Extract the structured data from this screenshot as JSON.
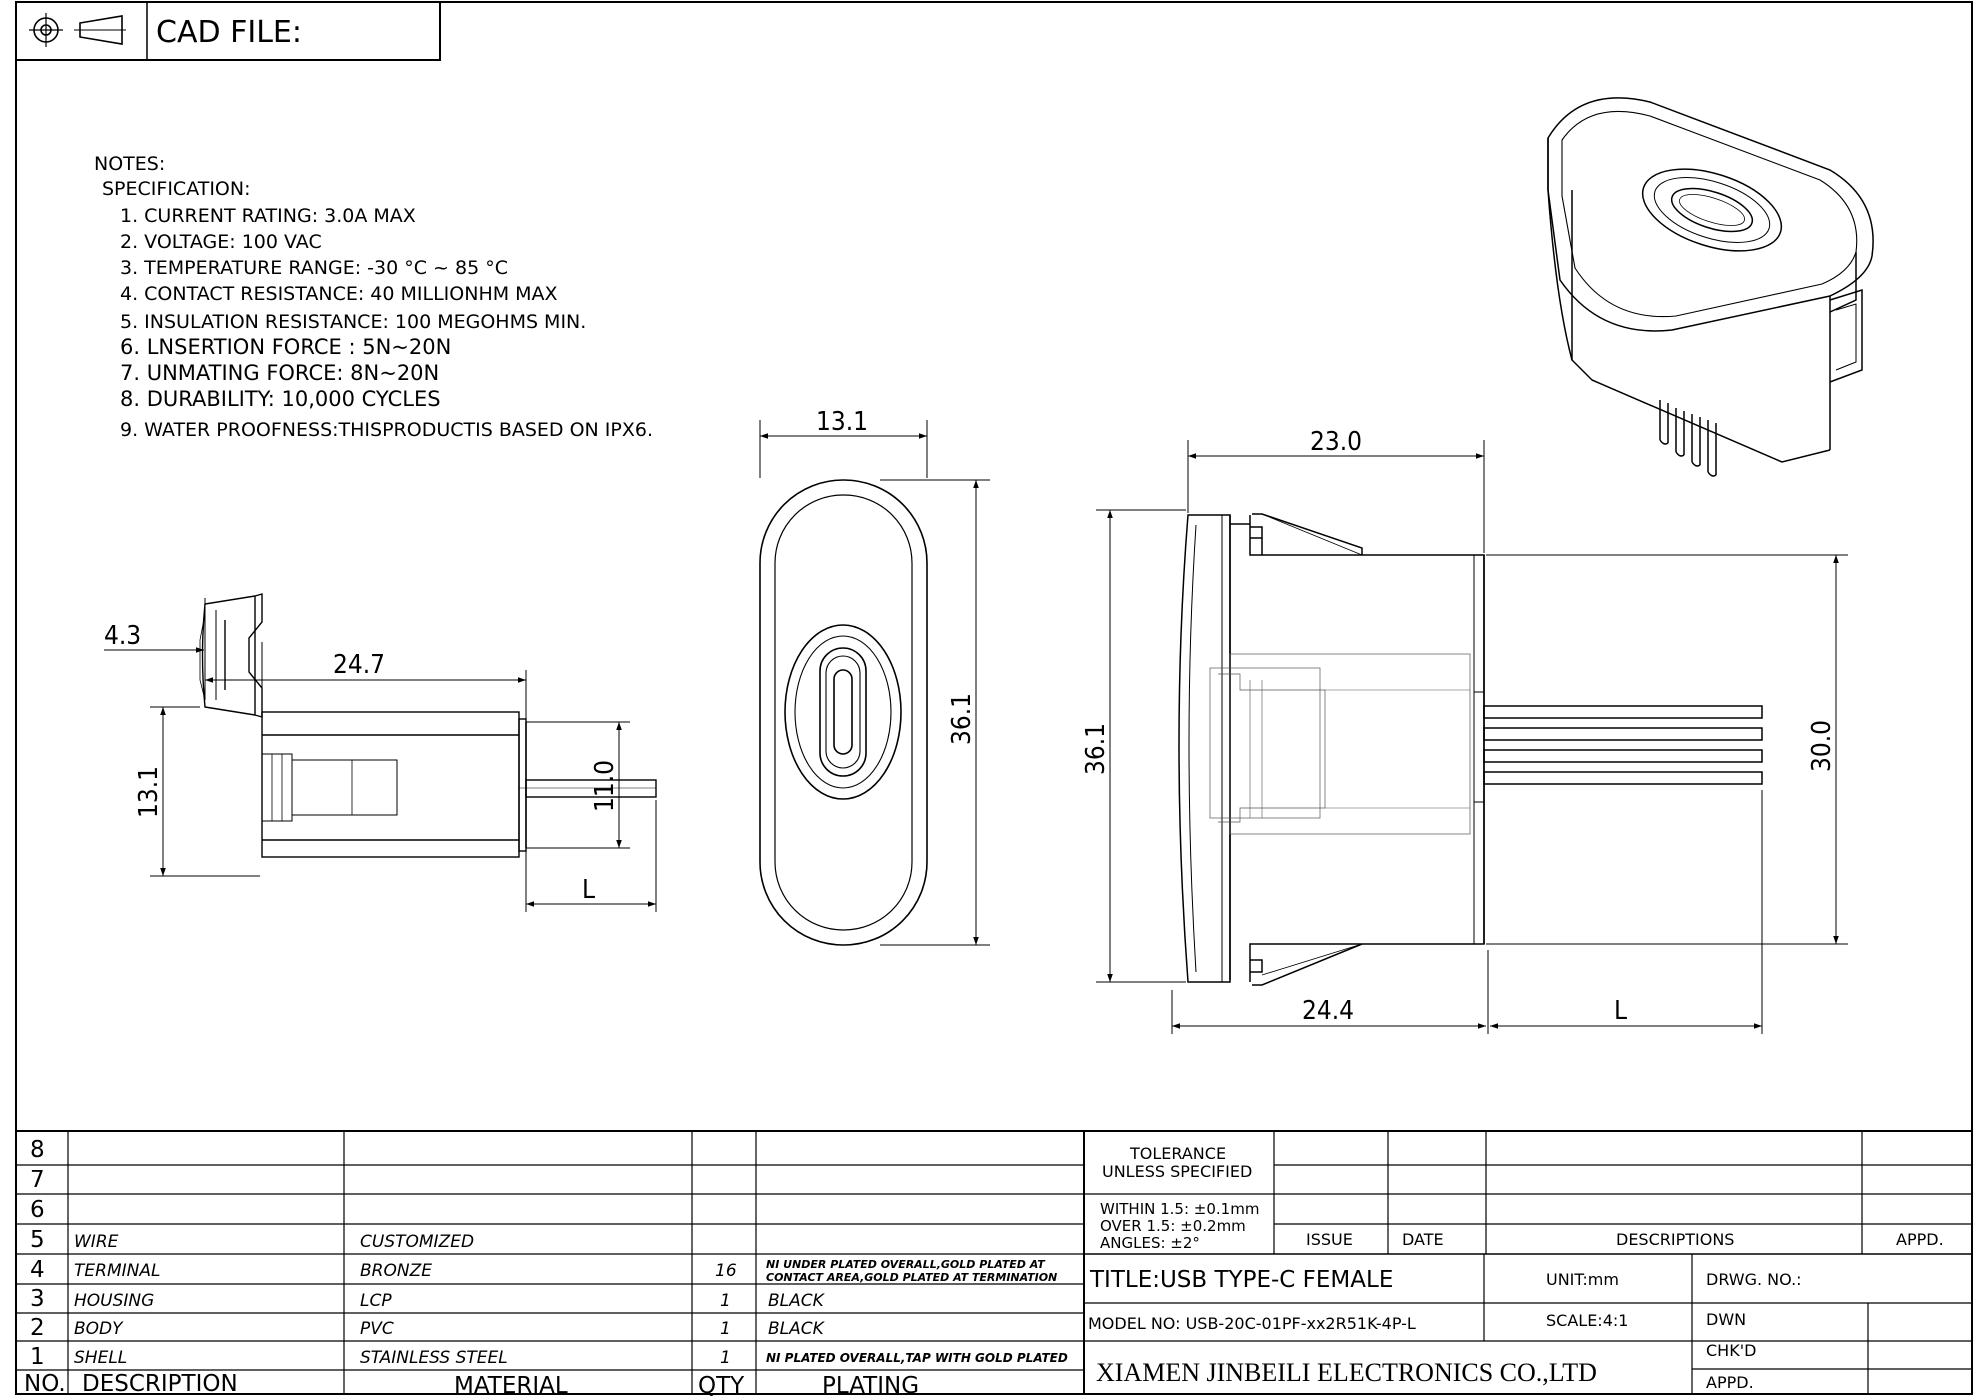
{
  "header": {
    "cad_label": "CAD FILE:"
  },
  "icons": {
    "projection": "third-angle-projection-icon"
  },
  "notes": {
    "title": "NOTES:",
    "spec_title": "SPECIFICATION:",
    "items": [
      "1. CURRENT RATING: 3.0A MAX",
      "2. VOLTAGE: 100 VAC",
      "3. TEMPERATURE RANGE: -30 °C ~ 85 °C",
      "4. CONTACT RESISTANCE: 40 MILLIONHM MAX",
      "5. INSULATION RESISTANCE: 100 MEGOHMS MIN.",
      "6.  LNSERTION  FORCE  :  5N~20N",
      "7.  UNMATING  FORCE:  8N~20N",
      "8.  DURABILITY:    10,000  CYCLES",
      "9. WATER PROOFNESS:THISPRODUCTIS BASED ON IPX6."
    ]
  },
  "dimensions": {
    "side_flange": "4.3",
    "side_length": "24.7",
    "side_height": "13.1",
    "side_pin": "11.0",
    "side_L": "L",
    "front_width": "13.1",
    "front_height": "36.1",
    "top_width": "23.0",
    "top_height": "36.1",
    "top_body_height": "30.0",
    "top_length": "24.4",
    "top_L": "L"
  },
  "bom": {
    "headers": [
      "NO.",
      "DESCRIPTION",
      "MATERIAL",
      "QTY",
      "PLATING"
    ],
    "rows": [
      {
        "no": "8",
        "description": "",
        "material": "",
        "qty": "",
        "plating": ""
      },
      {
        "no": "7",
        "description": "",
        "material": "",
        "qty": "",
        "plating": ""
      },
      {
        "no": "6",
        "description": "",
        "material": "",
        "qty": "",
        "plating": ""
      },
      {
        "no": "5",
        "description": "WIRE",
        "material": "CUSTOMIZED",
        "qty": "",
        "plating": ""
      },
      {
        "no": "4",
        "description": "TERMINAL",
        "material": "BRONZE",
        "qty": "16",
        "plating": "NI UNDER PLATED OVERALL,GOLD PLATED AT",
        "plating2": "CONTACT AREA,GOLD PLATED AT TERMINATION"
      },
      {
        "no": "3",
        "description": "HOUSING",
        "material": "LCP",
        "qty": "1",
        "plating": "BLACK"
      },
      {
        "no": "2",
        "description": "BODY",
        "material": "PVC",
        "qty": "1",
        "plating": "BLACK"
      },
      {
        "no": "1",
        "description": "SHELL",
        "material": "STAINLESS STEEL",
        "qty": "1",
        "plating": "NI PLATED OVERALL,TAP WITH GOLD PLATED"
      }
    ]
  },
  "title_block": {
    "tolerance_title": "TOLERANCE",
    "tolerance_sub": "UNLESS SPECIFIED",
    "tol_1": "WITHIN 1.5: ±0.1mm",
    "tol_2": "OVER 1.5:  ±0.2mm",
    "tol_3": "ANGLES: ±2°",
    "issue": "ISSUE",
    "date": "DATE",
    "descriptions": "DESCRIPTIONS",
    "appd_top": "APPD.",
    "title": "TITLE:USB  TYPE-C  FEMALE",
    "unit": "UNIT:mm",
    "drwg_no": "DRWG. NO.:",
    "model": "MODEL NO: USB-20C-01PF-xx2R51K-4P-L",
    "scale": "SCALE:4:1",
    "dwn": "DWN",
    "chkd": "CHK'D",
    "appd": "APPD.",
    "company": "XIAMEN JINBEILI ELECTRONICS CO.,LTD"
  }
}
